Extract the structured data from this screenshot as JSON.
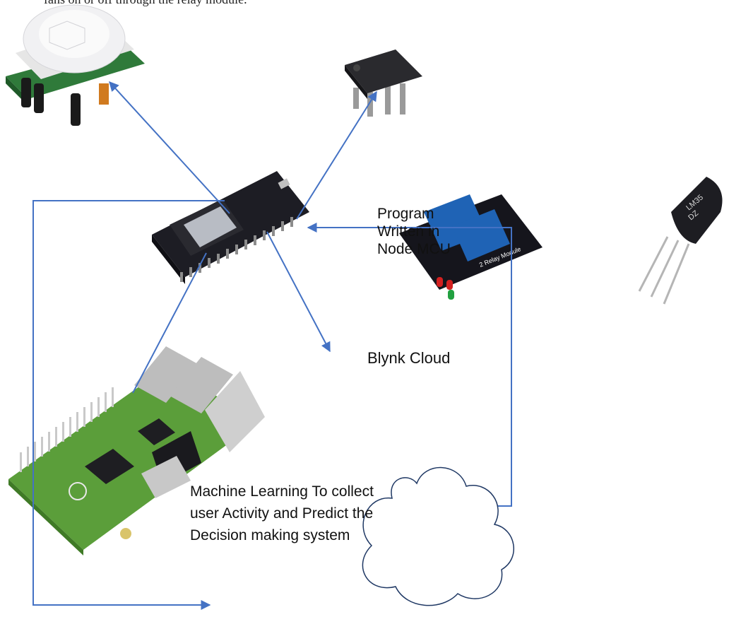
{
  "diagram": {
    "top_text": "fans on or off through the relay module.",
    "labels": {
      "program": [
        "Program",
        "Written in",
        "Node MCU"
      ],
      "blynk": "Blynk Cloud",
      "ml": [
        "Machine Learning To collect",
        "user Activity and Predict the",
        "Decision making system"
      ]
    },
    "components": {
      "relay_text": "2 Relay Module",
      "sensor_text_1": "LM35",
      "sensor_text_2": "DZ"
    },
    "colors": {
      "arrow": "#4472c4",
      "board_dark": "#1d1d24",
      "pi_green": "#5b9e3a",
      "relay_blue": "#1f63b5"
    }
  }
}
